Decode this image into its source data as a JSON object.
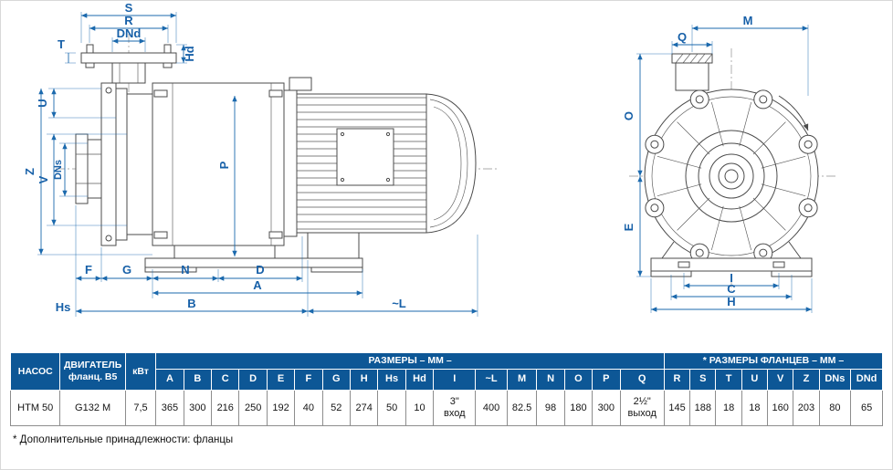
{
  "drawing": {
    "side_view": {
      "labels": {
        "S": "S",
        "R": "R",
        "DNd": "DNd",
        "Hd": "Hd",
        "T": "T",
        "U": "U",
        "Z": "Z",
        "V": "V",
        "DNs": "DNs",
        "P": "P",
        "F": "F",
        "G": "G",
        "N": "N",
        "D": "D",
        "A": "A",
        "B": "B",
        "Hs": "Hs",
        "L": "~L"
      }
    },
    "front_view": {
      "labels": {
        "M": "M",
        "Q": "Q",
        "O": "O",
        "E": "E",
        "I": "I",
        "C": "C",
        "H": "H"
      }
    }
  },
  "table": {
    "pump_header": "НАСОС",
    "motor_header": "ДВИГАТЕЛЬ фланц. В5",
    "kw_header": "кВт",
    "dims_group": "РАЗМЕРЫ  – ММ –",
    "flange_group": "* РАЗМЕРЫ ФЛАНЦЕВ  – ММ –",
    "dim_cols": [
      "A",
      "B",
      "C",
      "D",
      "E",
      "F",
      "G",
      "H",
      "Hs",
      "Hd",
      "I",
      "~L",
      "M",
      "N",
      "O",
      "P",
      "Q"
    ],
    "flange_cols": [
      "R",
      "S",
      "T",
      "U",
      "V",
      "Z",
      "DNs",
      "DNd"
    ],
    "row": {
      "pump": "HTM 50",
      "motor": "G132 M",
      "kw": "7,5",
      "dims": [
        "365",
        "300",
        "216",
        "250",
        "192",
        "40",
        "52",
        "274",
        "50",
        "10",
        "3\"\nвход",
        "400",
        "82.5",
        "98",
        "180",
        "300",
        "2½\"\nвыход"
      ],
      "flanges": [
        "145",
        "188",
        "18",
        "18",
        "160",
        "203",
        "80",
        "65"
      ]
    }
  },
  "footnote": "* Дополнительные принадлежности: фланцы",
  "colors": {
    "header_blue": "#0d5796",
    "dimension_blue": "#1b69ad"
  }
}
